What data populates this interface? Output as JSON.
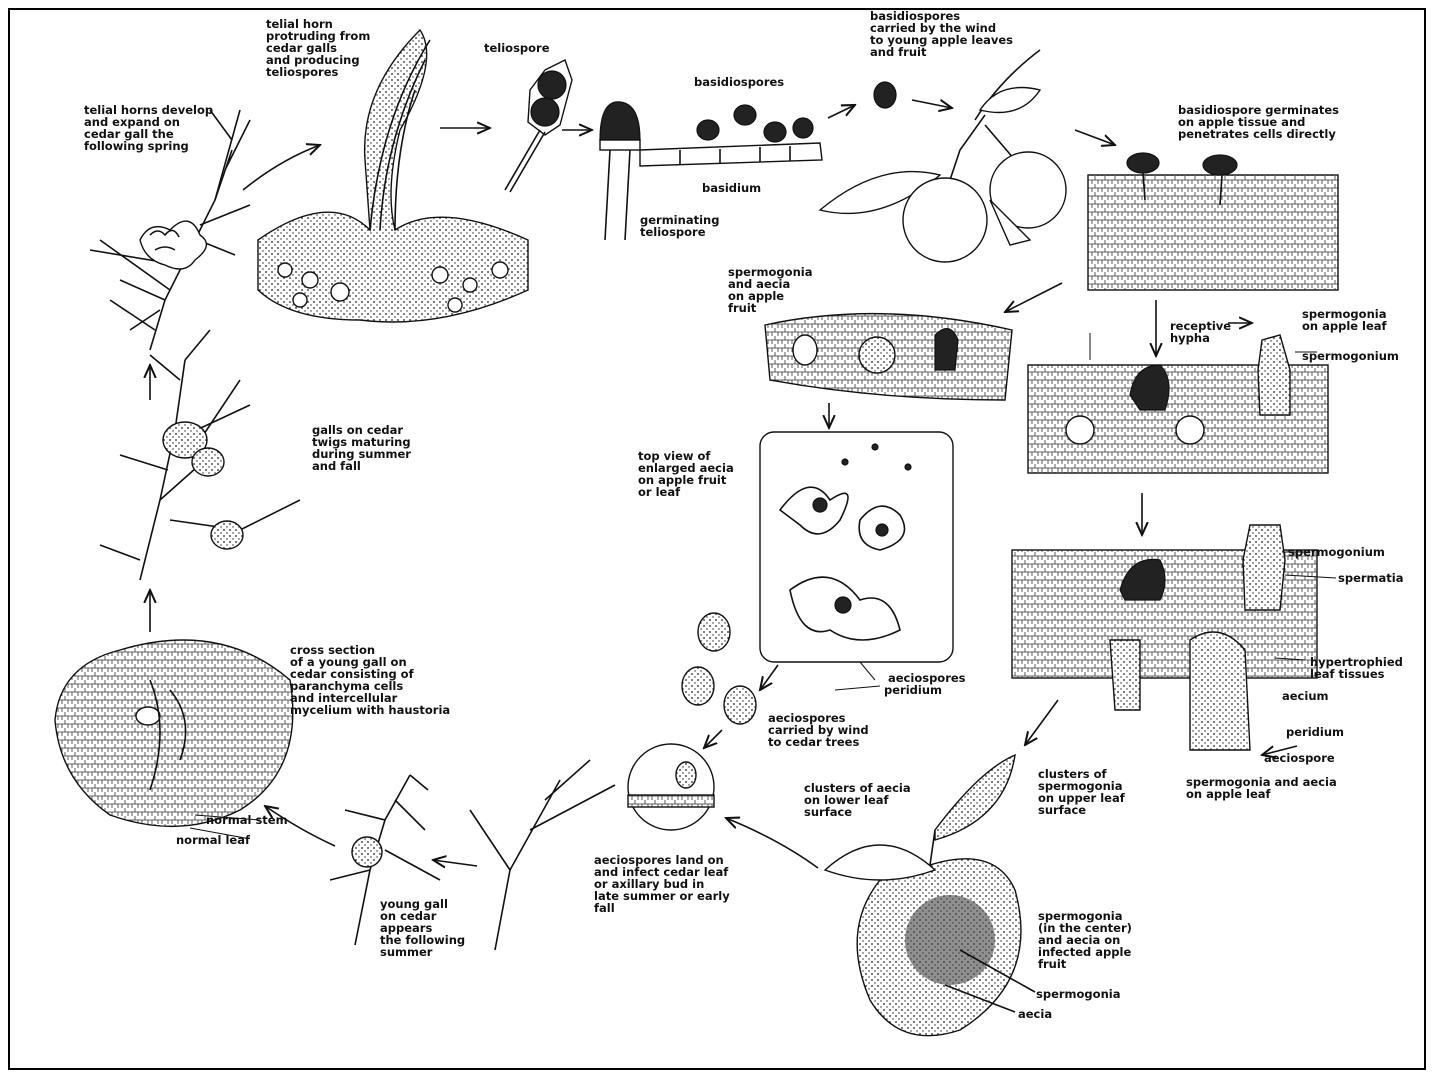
{
  "labels": {
    "telial_horns_develop": "telial horns develop\nand expand on\ncedar gall the\nfollowing spring",
    "telial_horn": "telial horn\nprotruding from\ncedar galls\nand producing\nteliospores",
    "teliospore": "teliospore",
    "basidiospores": "basidiospores",
    "basidium": "basidium",
    "germinating_teliospore": "germinating\nteliospore",
    "basidiospores_carried": "basidiospores\ncarried by the wind\nto young apple leaves\nand fruit",
    "basidiospore_germinates": "basidiospore germinates\non apple tissue and\npenetrates cells directly",
    "spermogonia_aecia_fruit": "spermogonia\nand aecia\non apple\nfruit",
    "receptive_hypha": "receptive\nhypha",
    "spermogonia_on_apple_leaf": "spermogonia\non apple leaf",
    "spermogonium_1": "spermogonium",
    "top_view_aecia": "top view of\nenlarged aecia\non apple fruit\nor leaf",
    "galls_on_cedar": "galls on cedar\ntwigs maturing\nduring summer\nand fall",
    "spermogonium_2": "spermogonium",
    "spermatia": "spermatia",
    "hypertrophied": "hypertrophied\nleaf tissues",
    "aecium": "aecium",
    "peridium_1": "peridium",
    "aeciospore": "aeciospore",
    "spermogonia_and_aecia_leaf": "spermogonia and aecia\non apple leaf",
    "aeciospores_label": "aeciospores",
    "peridium_2": "peridium",
    "aeciospores_carried": "aeciospores\ncarried by wind\nto cedar trees",
    "cross_section": "cross section\nof a young gall on\ncedar consisting of\nparanchyma cells\nand intercellular\nmycelium with haustoria",
    "normal_stem": "normal stem",
    "normal_leaf": "normal leaf",
    "young_gall": "young gall\non cedar\nappears\nthe following\nsummer",
    "aeciospores_land": "aeciospores land on\nand infect cedar leaf\nor axillary bud in\nlate summer or early\nfall",
    "clusters_aecia": "clusters of aecia\non lower leaf\nsurface",
    "clusters_spermogonia": "clusters of\nspermogonia\non upper leaf\nsurface",
    "spermogonia_center": "spermogonia\n(in the center)\nand aecia on\ninfected apple\nfruit",
    "spermogonia_3": "spermogonia",
    "aecia": "aecia"
  }
}
